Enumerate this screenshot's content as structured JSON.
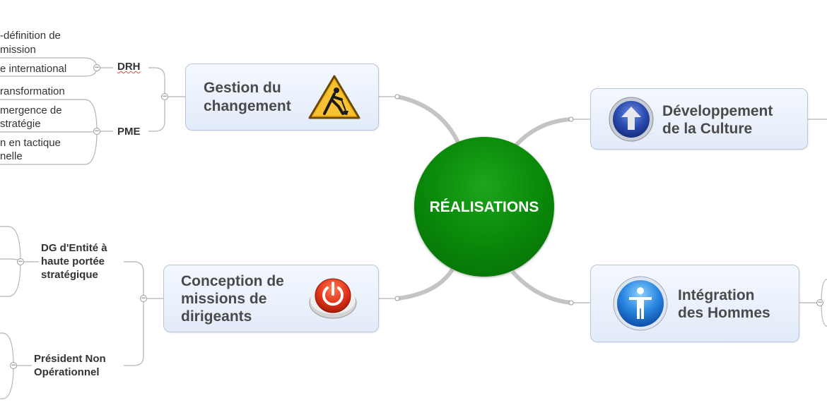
{
  "center": {
    "label": "RÉALISATIONS"
  },
  "topics": {
    "gestion": {
      "line1": "Gestion du",
      "line2": "changement",
      "icon": "construction-worker-icon"
    },
    "developpement": {
      "line1": "Développement",
      "line2": "de la Culture",
      "icon": "up-arrow-icon"
    },
    "conception": {
      "line1": "Conception de",
      "line2": "missions de",
      "line3": "dirigeants",
      "icon": "power-button-icon"
    },
    "integration": {
      "line1": "Intégration",
      "line2": "des Hommes",
      "icon": "person-icon"
    }
  },
  "subtopics": {
    "drh": "DRH",
    "pme": "PME",
    "dg_line1": "DG d'Entité à",
    "dg_line2": "haute portée",
    "dg_line3": "stratégique",
    "president_line1": "Président Non",
    "president_line2": "Opérationnel"
  },
  "leaves": {
    "redef_line1": "-définition de",
    "redef_line2": "mission",
    "international": "e international",
    "transformation": "ransformation",
    "emergence_line1": "mergence de",
    "emergence_line2": " stratégie",
    "tactique_line1": "n en tactique",
    "tactique_line2": "nelle"
  },
  "toggle_symbol": "−",
  "colors": {
    "center": "#0a8c0a",
    "topic_border": "#b9c6da",
    "topic_fill": "#e8effb",
    "branch": "#c4c4c4",
    "text": "#4a4a4a"
  }
}
